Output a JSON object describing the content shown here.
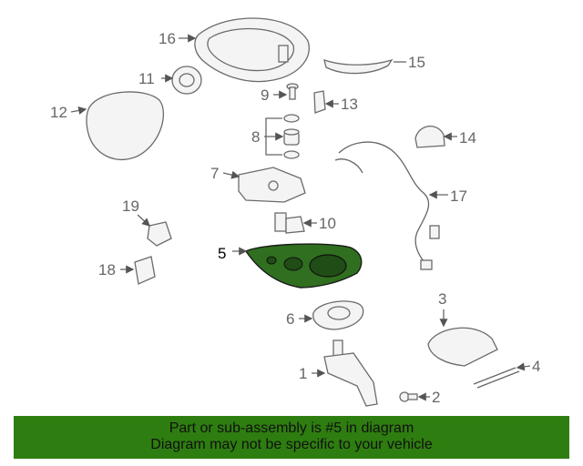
{
  "callouts": [
    {
      "id": "1",
      "text": "1"
    },
    {
      "id": "2",
      "text": "2"
    },
    {
      "id": "3",
      "text": "3"
    },
    {
      "id": "4",
      "text": "4"
    },
    {
      "id": "5",
      "text": "5"
    },
    {
      "id": "6",
      "text": "6"
    },
    {
      "id": "7",
      "text": "7"
    },
    {
      "id": "8",
      "text": "8"
    },
    {
      "id": "9",
      "text": "9"
    },
    {
      "id": "10",
      "text": "10"
    },
    {
      "id": "11",
      "text": "11"
    },
    {
      "id": "12",
      "text": "12"
    },
    {
      "id": "13",
      "text": "13"
    },
    {
      "id": "14",
      "text": "14"
    },
    {
      "id": "15",
      "text": "15"
    },
    {
      "id": "16",
      "text": "16"
    },
    {
      "id": "17",
      "text": "17"
    },
    {
      "id": "18",
      "text": "18"
    },
    {
      "id": "19",
      "text": "19"
    }
  ],
  "highlighted_part": "5",
  "colors": {
    "highlight_fill": "#2f6f1f",
    "footer_bg": "#2e7d10"
  },
  "footer": {
    "line1": "Part or sub-assembly is #5 in diagram",
    "line2": "Diagram may not be specific to your vehicle"
  }
}
